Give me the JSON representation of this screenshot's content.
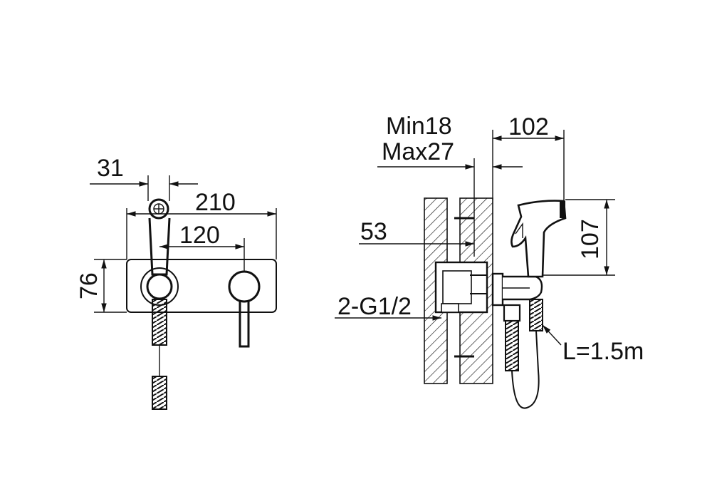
{
  "front_view": {
    "dim_width_spout": "31",
    "dim_total_width": "210",
    "dim_center_distance": "120",
    "dim_plate_height": "76"
  },
  "side_view": {
    "dim_depth_min": "Min18",
    "dim_depth_max": "Max27",
    "dim_projection": "102",
    "dim_sprayer_height": "107",
    "dim_wall_offset": "53",
    "dim_connection": "2-G1/2",
    "dim_hose_length": "L=1.5m"
  }
}
